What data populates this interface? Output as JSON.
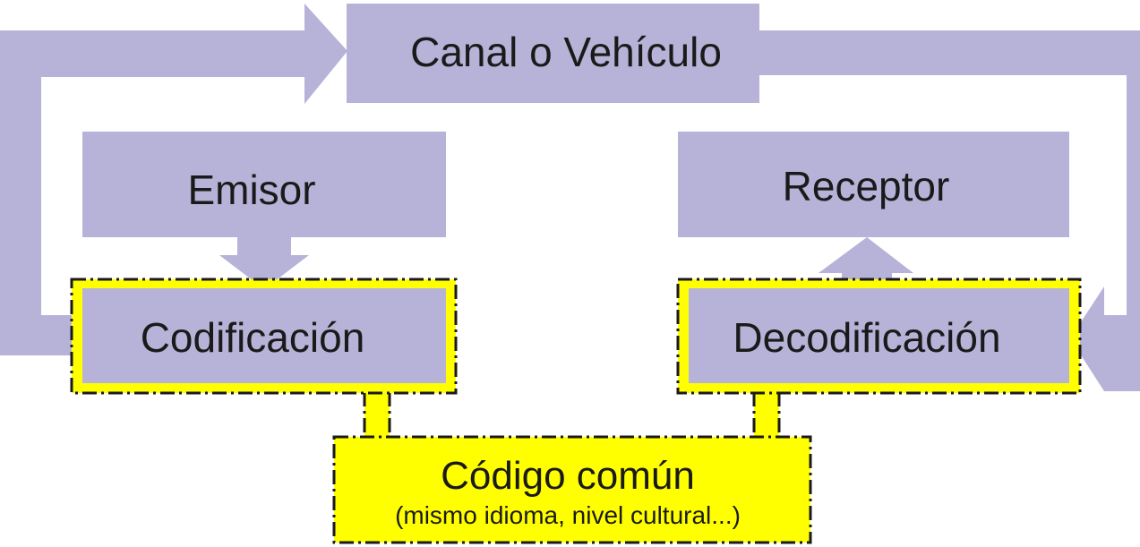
{
  "colors": {
    "box_fill": "#b7b2d7",
    "highlight_fill": "#ffff00",
    "dashed_border": "#1a1a1a",
    "text": "#1a1a1a"
  },
  "nodes": {
    "canal": "Canal o Vehículo",
    "emisor": "Emisor",
    "receptor": "Receptor",
    "codificacion": "Codificación",
    "decodificacion": "Decodificación",
    "codigo_comun": "Código común",
    "codigo_comun_note": "(mismo idioma, nivel cultural...)"
  }
}
